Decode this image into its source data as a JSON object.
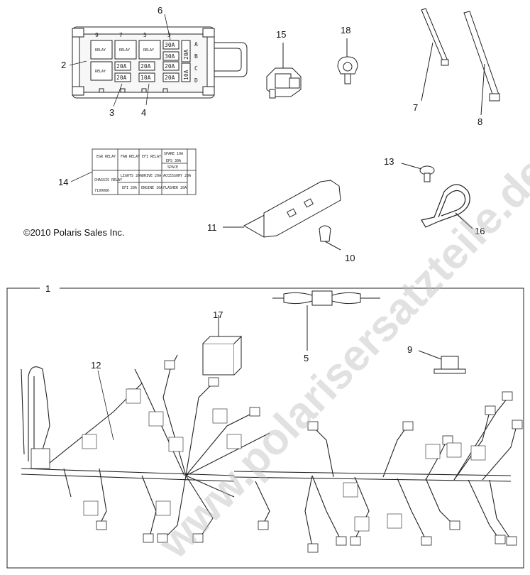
{
  "copyright": "©2010 Polaris Sales Inc.",
  "watermark": "www.polarisersatzteile.de",
  "callouts": {
    "c1": "1",
    "c2": "2",
    "c3": "3",
    "c4": "4",
    "c5": "5",
    "c6": "6",
    "c7": "7",
    "c8": "8",
    "c9": "9",
    "c10": "10",
    "c11": "11",
    "c12": "12",
    "c13": "13",
    "c14": "14",
    "c15": "15",
    "c16": "16",
    "c17": "17",
    "c18": "18"
  },
  "fuse_box": {
    "columns": [
      "9",
      "7",
      "5",
      "3"
    ],
    "rows": [
      "A",
      "B",
      "C",
      "D"
    ],
    "relays": [
      "RELAY",
      "RELAY",
      "RELAY",
      "RELAY"
    ],
    "fuses_top": [
      "30A",
      "30A"
    ],
    "fuses_mid": [
      "20A",
      "20A",
      "20A"
    ],
    "fuses_bot": [
      "20A",
      "10A",
      "20A"
    ],
    "side": [
      "20A",
      "10A"
    ]
  },
  "label_card": {
    "r1": [
      "EGR RELAY",
      "FAN RELAY",
      "EFI RELAY",
      "SPARE 10A"
    ],
    "r1b": [
      "EPS 30A",
      "SPACE"
    ],
    "r2": [
      "CHASSIS RELAY",
      "LIGHTS 20A",
      "DRIVE 20A",
      "ACCESSORY 20A"
    ],
    "r3": [
      "EFI 20A",
      "ENGINE 10A",
      "FLASHER 20A"
    ],
    "part": "7190086"
  },
  "colors": {
    "line": "#222222",
    "watermark": "#bdbdbd"
  }
}
